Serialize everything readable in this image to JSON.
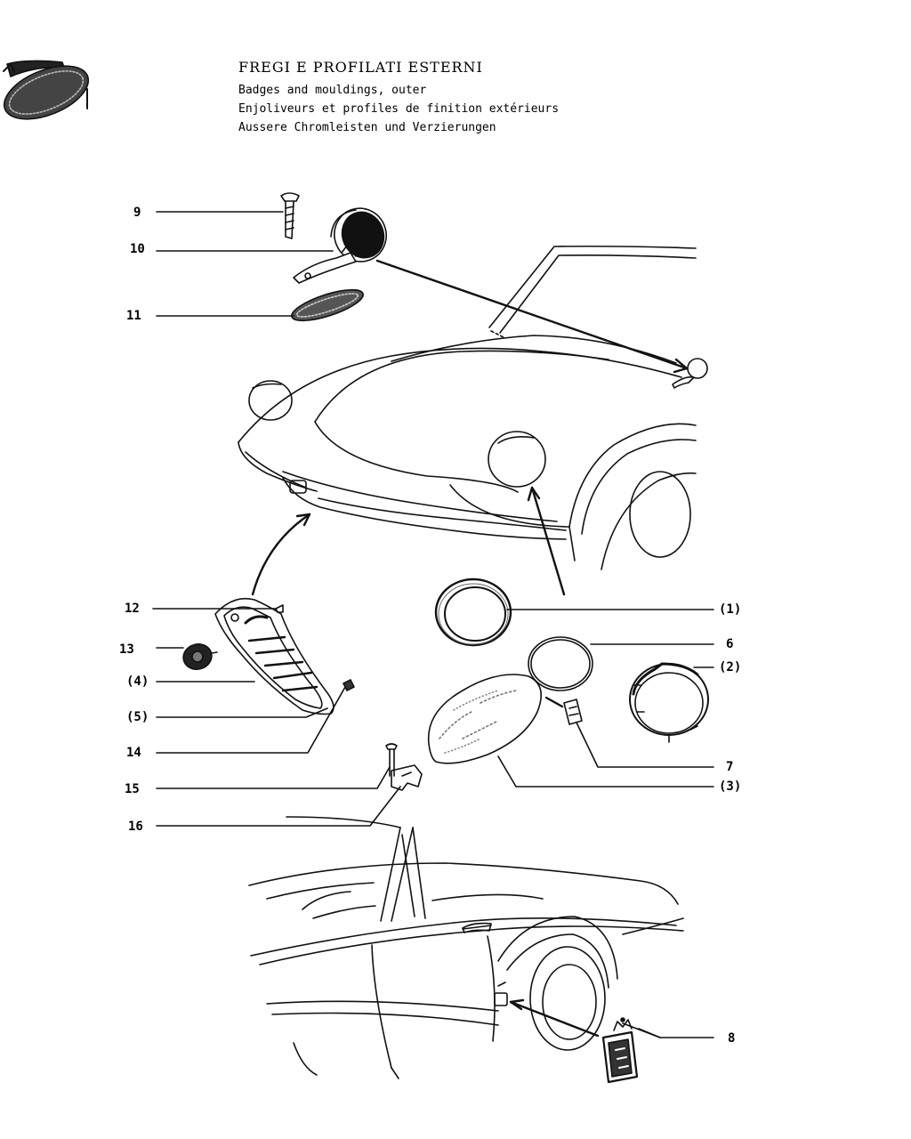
{
  "header": {
    "title": "FREGI E PROFILATI ESTERNI",
    "lines": [
      "Badges and mouldings, outer",
      "Enjoliveurs et profiles de finition extérieurs",
      "Aussere Chromleisten und Verzierungen"
    ]
  },
  "callouts": {
    "c9": "9",
    "c10": "10",
    "c11": "11",
    "c12": "12",
    "c13": "13",
    "c4": "(4)",
    "c5": "(5)",
    "c14": "14",
    "c15": "15",
    "c16": "16",
    "c1": "(1)",
    "c6": "6",
    "c2": "(2)",
    "c7": "7",
    "c3": "(3)",
    "c8": "8"
  },
  "colors": {
    "ink": "#111111",
    "paper": "#ffffff"
  }
}
